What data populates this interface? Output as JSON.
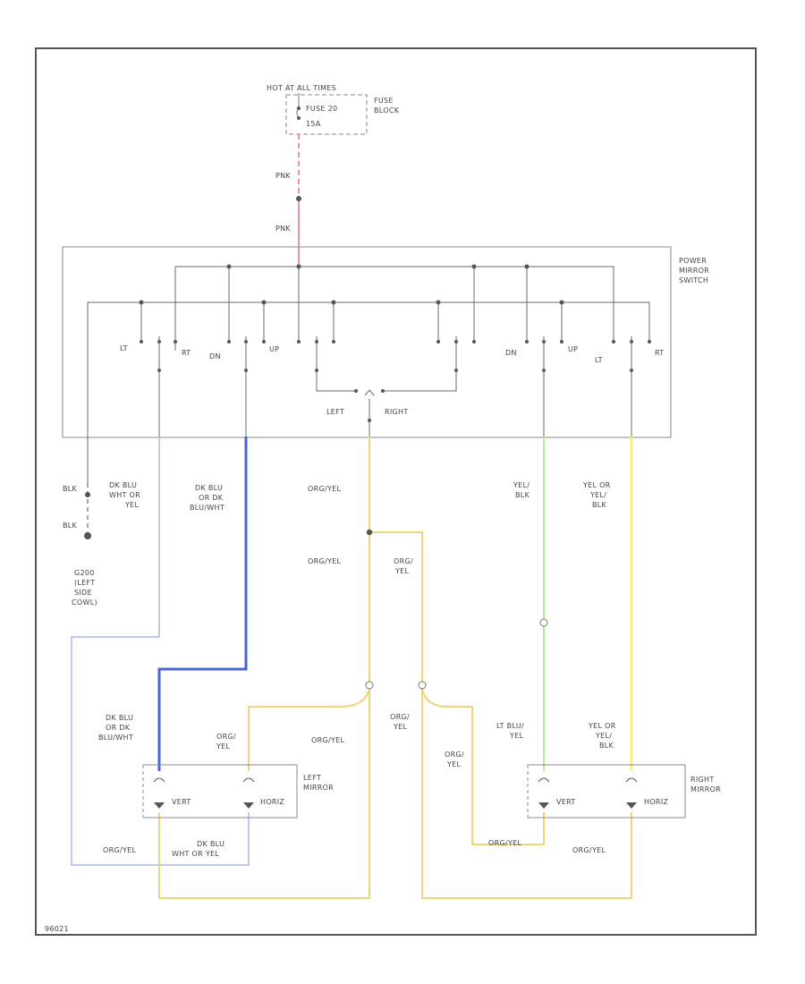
{
  "colors": {
    "pink": "#f06a9a",
    "orange": "#f2d37a",
    "light_blue": "#aab8ee",
    "dark_blue": "#4a66d6",
    "light_green": "#b6ec9c",
    "yellow": "#f4f07a",
    "black_wire": "#6a6a6a"
  },
  "fuse": {
    "header": "HOT AT ALL TIMES",
    "fuse_label": "FUSE 20",
    "fuse_rating": "15A",
    "block_line1": "FUSE",
    "block_line2": "BLOCK"
  },
  "wires": {
    "pnk_top": "PNK",
    "pnk_bottom": "PNK",
    "blk_1": "BLK",
    "blk_2": "BLK",
    "dkblu_wht_1": "DK BLU",
    "dkblu_wht_2": "WHT OR",
    "dkblu_wht_3": "YEL",
    "dkblu_orn_1": "DK BLU",
    "dkblu_orn_2": "OR DK",
    "dkblu_orn_3": "BLU/WHT",
    "org_yel_main": "ORG/YEL",
    "yel_blk_1": "YEL/",
    "yel_blk_2": "BLK",
    "yelor_1": "YEL OR",
    "yelor_2": "YEL/",
    "yelor_3": "BLK",
    "org_yel_mid": "ORG/YEL",
    "org_yel_right_1": "ORG/",
    "org_yel_right_2": "YEL",
    "left_mir_dkblu_1": "DK BLU",
    "left_mir_dkblu_2": "OR DK",
    "left_mir_dkblu_3": "BLU/WHT",
    "left_mir_org_1": "ORG/",
    "left_mir_org_2": "YEL",
    "left_mir_orgyel": "ORG/YEL",
    "center_org_1": "ORG/",
    "center_org_2": "YEL",
    "right_org_1": "ORG/",
    "right_org_2": "YEL",
    "ltblu_1": "LT BLU/",
    "ltblu_2": "YEL",
    "right_mir_yel_1": "YEL OR",
    "right_mir_yel_2": "YEL/",
    "right_mir_yel_3": "BLK",
    "bottom_orgyel_left": "ORG/YEL",
    "bottom_dkblu_1": "DK BLU",
    "bottom_dkblu_2": "WHT OR YEL",
    "bottom_orgyel_mid": "ORG/YEL",
    "bottom_orgyel_right": "ORG/YEL"
  },
  "switch": {
    "title_1": "POWER",
    "title_2": "MIRROR",
    "title_3": "SWITCH",
    "left_lt": "LT",
    "left_rt": "RT",
    "left_dn": "DN",
    "left_up": "UP",
    "right_dn": "DN",
    "right_up": "UP",
    "right_lt": "LT",
    "right_rt": "RT",
    "sel_left": "LEFT",
    "sel_right": "RIGHT"
  },
  "ground": {
    "line1": "G200",
    "line2": "(LEFT",
    "line3": "SIDE",
    "line4": "COWL)"
  },
  "left_mirror": {
    "title_1": "LEFT",
    "title_2": "MIRROR",
    "vert": "VERT",
    "horiz": "HORIZ"
  },
  "right_mirror": {
    "title_1": "RIGHT",
    "title_2": "MIRROR",
    "vert": "VERT",
    "horiz": "HORIZ"
  },
  "figure_code": "96021"
}
